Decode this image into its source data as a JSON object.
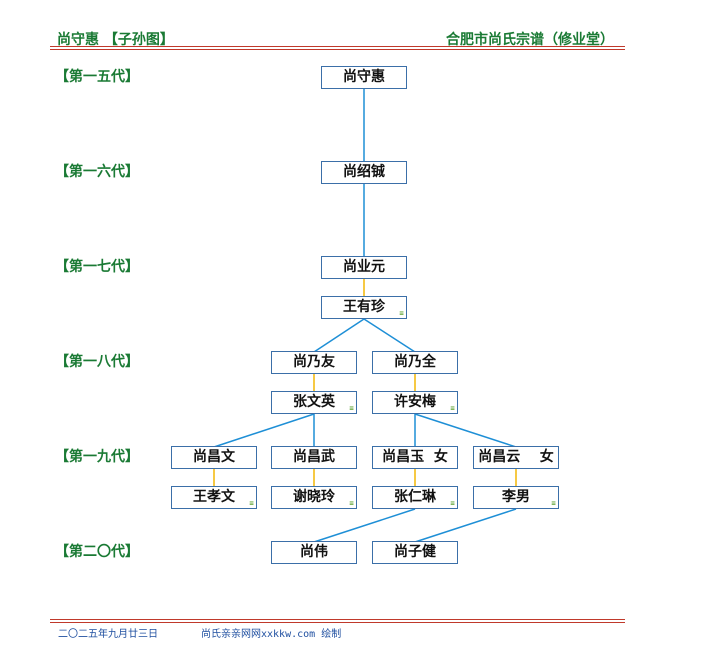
{
  "header": {
    "left_title": "尚守惠 【子孙图】",
    "right_title": "合肥市尚氏宗谱（修业堂）"
  },
  "generations": [
    "【第一五代】",
    "【第一六代】",
    "【第一七代】",
    "【第一八代】",
    "【第一九代】",
    "【第二〇代】"
  ],
  "nodes": {
    "shang_shouhui": "尚守惠",
    "shang_shaocheng": "尚绍铖",
    "shang_yeyuan": "尚业元",
    "wang_youzhen": "王有珍",
    "shang_naiyou": "尚乃友",
    "shang_naiquan": "尚乃全",
    "zhang_wenying": "张文英",
    "xu_anmei": "许安梅",
    "shang_changwen": "尚昌文",
    "shang_changwu": "尚昌武",
    "shang_changyu": "尚昌玉  女",
    "shang_changyun": "尚昌云    女",
    "wang_xiaowen": "王孝文",
    "xie_xiaoling": "谢晓玲",
    "zhang_renlin": "张仁琳",
    "li_nan": "李男",
    "shang_wei": "尚伟",
    "shang_zijian": "尚子健"
  },
  "spouse_mark": "≡",
  "footer": {
    "date": "二〇二五年九月廿三日",
    "site": "尚氏亲亲网网xxkkw.com 绘制"
  },
  "colors": {
    "header_green": "#1a7a34",
    "rule_red": "#c0392b",
    "descent_line": "#1e8fd6",
    "marriage_line": "#f2b705",
    "node_border": "#3b6fa8",
    "footer_blue": "#1f4fa0"
  }
}
